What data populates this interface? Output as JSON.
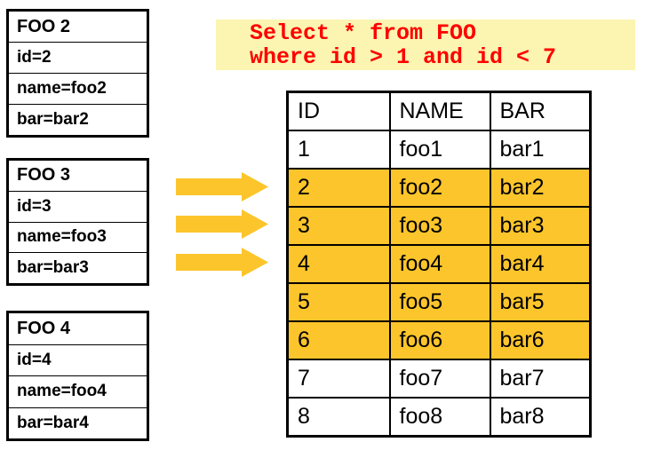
{
  "colors": {
    "accent": "#FCC52B",
    "query-bg": "#FBF5B1",
    "query-text": "#FE0000"
  },
  "query": {
    "lines": [
      "Select * from FOO",
      "where id > 1 and id < 7"
    ]
  },
  "objects": [
    {
      "title": "FOO 2",
      "fields": [
        "id=2",
        "name=foo2",
        "bar=bar2"
      ]
    },
    {
      "title": "FOO 3",
      "fields": [
        "id=3",
        "name=foo3",
        "bar=bar3"
      ]
    },
    {
      "title": "FOO 4",
      "fields": [
        "id=4",
        "name=foo4",
        "bar=bar4"
      ]
    }
  ],
  "arrows": {
    "count": 3,
    "direction": "right"
  },
  "table": {
    "headers": [
      "ID",
      "NAME",
      "BAR"
    ],
    "rows": [
      {
        "id": "1",
        "name": "foo1",
        "bar": "bar1",
        "highlighted": false
      },
      {
        "id": "2",
        "name": "foo2",
        "bar": "bar2",
        "highlighted": true
      },
      {
        "id": "3",
        "name": "foo3",
        "bar": "bar3",
        "highlighted": true
      },
      {
        "id": "4",
        "name": "foo4",
        "bar": "bar4",
        "highlighted": true
      },
      {
        "id": "5",
        "name": "foo5",
        "bar": "bar5",
        "highlighted": true
      },
      {
        "id": "6",
        "name": "foo6",
        "bar": "bar6",
        "highlighted": true
      },
      {
        "id": "7",
        "name": "foo7",
        "bar": "bar7",
        "highlighted": false
      },
      {
        "id": "8",
        "name": "foo8",
        "bar": "bar8",
        "highlighted": false
      }
    ]
  }
}
